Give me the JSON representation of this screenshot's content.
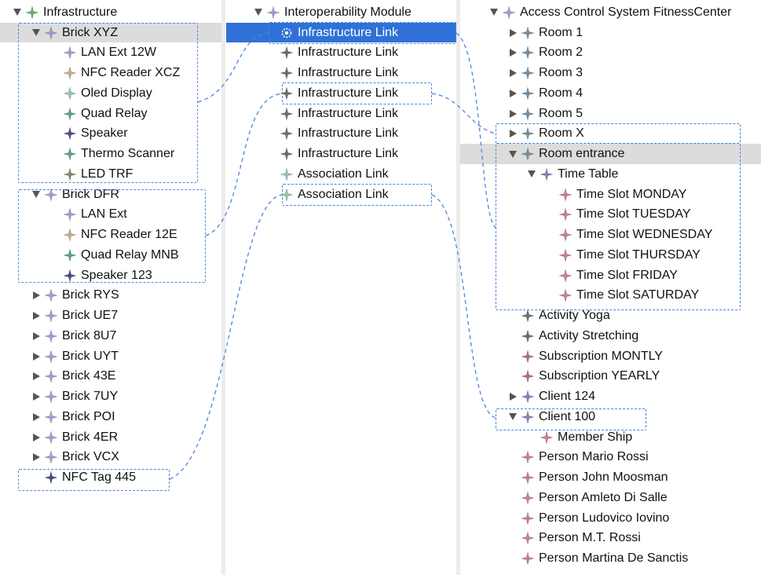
{
  "colors": {
    "selection_blue": "#2f71d6",
    "selection_gray": "#dcdcdc",
    "link_dash": "#4a86e0",
    "icon_green": "#6fa96f",
    "icon_lavender": "#a699d3",
    "icon_tan": "#c7ad8c",
    "icon_mint": "#93c8a8",
    "icon_teal": "#5aa08c",
    "icon_navy": "#464a8c",
    "icon_olive": "#8a8a62",
    "icon_gray": "#6c6c6c",
    "icon_pink": "#c77c9c",
    "icon_brown": "#a8746c",
    "icon_blue_gray": "#6f8fa8"
  },
  "infrastructure_tree": {
    "nodes": [
      {
        "label": "Infrastructure",
        "level": 0,
        "toggle": "down",
        "icon": "star-green-icon",
        "color": "#6fa96f"
      },
      {
        "label": "Brick XYZ",
        "level": 1,
        "toggle": "down",
        "icon": "star-lavender-icon",
        "color": "#a699d3",
        "selected": "gray"
      },
      {
        "label": "LAN Ext 12W",
        "level": 2,
        "toggle": "none",
        "icon": "star-lavender-icon",
        "color": "#a699d3"
      },
      {
        "label": "NFC Reader XCZ",
        "level": 2,
        "toggle": "none",
        "icon": "star-tan-icon",
        "color": "#c7ad8c"
      },
      {
        "label": "Oled Display",
        "level": 2,
        "toggle": "none",
        "icon": "star-mint-icon",
        "color": "#93c8a8"
      },
      {
        "label": "Quad Relay",
        "level": 2,
        "toggle": "none",
        "icon": "star-teal-icon",
        "color": "#5aa08c"
      },
      {
        "label": "Speaker",
        "level": 2,
        "toggle": "none",
        "icon": "star-navy-icon",
        "color": "#464a8c"
      },
      {
        "label": "Thermo Scanner",
        "level": 2,
        "toggle": "none",
        "icon": "star-teal-icon",
        "color": "#5aa08c"
      },
      {
        "label": "LED TRF",
        "level": 2,
        "toggle": "none",
        "icon": "star-olive-icon",
        "color": "#8a8a62"
      },
      {
        "label": "Brick DFR",
        "level": 1,
        "toggle": "down",
        "icon": "star-lavender-icon",
        "color": "#a699d3"
      },
      {
        "label": "LAN Ext",
        "level": 2,
        "toggle": "none",
        "icon": "star-lavender-icon",
        "color": "#a699d3"
      },
      {
        "label": "NFC Reader 12E",
        "level": 2,
        "toggle": "none",
        "icon": "star-tan-icon",
        "color": "#c7ad8c"
      },
      {
        "label": "Quad Relay MNB",
        "level": 2,
        "toggle": "none",
        "icon": "star-teal-icon",
        "color": "#5aa08c"
      },
      {
        "label": "Speaker 123",
        "level": 2,
        "toggle": "none",
        "icon": "star-navy-icon",
        "color": "#464a8c"
      },
      {
        "label": "Brick RYS",
        "level": 1,
        "toggle": "right",
        "icon": "star-lavender-icon",
        "color": "#a699d3"
      },
      {
        "label": "Brick UE7",
        "level": 1,
        "toggle": "right",
        "icon": "star-lavender-icon",
        "color": "#a699d3"
      },
      {
        "label": "Brick 8U7",
        "level": 1,
        "toggle": "right",
        "icon": "star-lavender-icon",
        "color": "#a699d3"
      },
      {
        "label": "Brick UYT",
        "level": 1,
        "toggle": "right",
        "icon": "star-lavender-icon",
        "color": "#a699d3"
      },
      {
        "label": "Brick 43E",
        "level": 1,
        "toggle": "right",
        "icon": "star-lavender-icon",
        "color": "#a699d3"
      },
      {
        "label": "Brick 7UY",
        "level": 1,
        "toggle": "right",
        "icon": "star-lavender-icon",
        "color": "#a699d3"
      },
      {
        "label": "Brick POI",
        "level": 1,
        "toggle": "right",
        "icon": "star-lavender-icon",
        "color": "#a699d3"
      },
      {
        "label": "Brick 4ER",
        "level": 1,
        "toggle": "right",
        "icon": "star-lavender-icon",
        "color": "#a699d3"
      },
      {
        "label": "Brick VCX",
        "level": 1,
        "toggle": "right",
        "icon": "star-lavender-icon",
        "color": "#a699d3"
      },
      {
        "label": "NFC Tag 445",
        "level": 1,
        "toggle": "none",
        "icon": "star-navy-icon",
        "color": "#464a8c"
      }
    ]
  },
  "interoperability_tree": {
    "nodes": [
      {
        "label": "Interoperability Module",
        "level": 0,
        "toggle": "down",
        "icon": "star-lavender-icon",
        "color": "#a699d3"
      },
      {
        "label": "Infrastructure Link",
        "level": 1,
        "toggle": "none",
        "icon": "star-gear-icon",
        "color": "#ffffff",
        "selected": "blue"
      },
      {
        "label": "Infrastructure Link",
        "level": 1,
        "toggle": "none",
        "icon": "star-gray-icon",
        "color": "#6c6c6c"
      },
      {
        "label": "Infrastructure Link",
        "level": 1,
        "toggle": "none",
        "icon": "star-gray-icon",
        "color": "#6c6c6c"
      },
      {
        "label": "Infrastructure Link",
        "level": 1,
        "toggle": "none",
        "icon": "star-gray-icon",
        "color": "#6c6c6c"
      },
      {
        "label": "Infrastructure Link",
        "level": 1,
        "toggle": "none",
        "icon": "star-gray-icon",
        "color": "#6c6c6c"
      },
      {
        "label": "Infrastructure Link",
        "level": 1,
        "toggle": "none",
        "icon": "star-gray-icon",
        "color": "#6c6c6c"
      },
      {
        "label": "Infrastructure Link",
        "level": 1,
        "toggle": "none",
        "icon": "star-gray-icon",
        "color": "#6c6c6c"
      },
      {
        "label": "Association Link",
        "level": 1,
        "toggle": "none",
        "icon": "star-mint-icon",
        "color": "#93c8a8"
      },
      {
        "label": "Association Link",
        "level": 1,
        "toggle": "none",
        "icon": "star-mint-icon",
        "color": "#93c8a8"
      }
    ]
  },
  "access_control_tree": {
    "nodes": [
      {
        "label": "Access Control System FitnessCenter",
        "level": 0,
        "toggle": "down",
        "icon": "star-lavender-icon",
        "color": "#a699d3"
      },
      {
        "label": "Room 1",
        "level": 1,
        "toggle": "right",
        "icon": "star-blue-gray-icon",
        "color": "#6f8fa8"
      },
      {
        "label": "Room 2",
        "level": 1,
        "toggle": "right",
        "icon": "star-blue-gray-icon",
        "color": "#6f8fa8"
      },
      {
        "label": "Room 3",
        "level": 1,
        "toggle": "right",
        "icon": "star-blue-gray-icon",
        "color": "#6f8fa8"
      },
      {
        "label": "Room 4",
        "level": 1,
        "toggle": "right",
        "icon": "star-blue-gray-icon",
        "color": "#6f8fa8"
      },
      {
        "label": "Room 5",
        "level": 1,
        "toggle": "right",
        "icon": "star-blue-gray-icon",
        "color": "#6f8fa8"
      },
      {
        "label": "Room X",
        "level": 1,
        "toggle": "right",
        "icon": "star-blue-gray-icon",
        "color": "#6f8fa8"
      },
      {
        "label": "Room entrance",
        "level": 1,
        "toggle": "down",
        "icon": "star-blue-gray-icon",
        "color": "#6f8fa8",
        "selected": "gray"
      },
      {
        "label": "Time Table",
        "level": 2,
        "toggle": "down",
        "icon": "star-lavender-icon",
        "color": "#8a7fb8"
      },
      {
        "label": "Time Slot MONDAY",
        "level": 3,
        "toggle": "none",
        "icon": "star-pink-icon",
        "color": "#c77c9c"
      },
      {
        "label": "Time Slot TUESDAY",
        "level": 3,
        "toggle": "none",
        "icon": "star-pink-icon",
        "color": "#c77c9c"
      },
      {
        "label": "Time Slot WEDNESDAY",
        "level": 3,
        "toggle": "none",
        "icon": "star-pink-icon",
        "color": "#c77c9c"
      },
      {
        "label": "Time Slot THURSDAY",
        "level": 3,
        "toggle": "none",
        "icon": "star-pink-icon",
        "color": "#c77c9c"
      },
      {
        "label": "Time Slot FRIDAY",
        "level": 3,
        "toggle": "none",
        "icon": "star-pink-icon",
        "color": "#c77c9c"
      },
      {
        "label": "Time Slot SATURDAY",
        "level": 3,
        "toggle": "none",
        "icon": "star-pink-icon",
        "color": "#c77c9c"
      },
      {
        "label": "Activity Yoga",
        "level": 1,
        "toggle": "none",
        "icon": "star-gray-icon",
        "color": "#6c6c6c"
      },
      {
        "label": "Activity Stretching",
        "level": 1,
        "toggle": "none",
        "icon": "star-gray-icon",
        "color": "#6c6c6c"
      },
      {
        "label": "Subscription MONTLY",
        "level": 1,
        "toggle": "none",
        "icon": "star-brown-icon",
        "color": "#a8746c"
      },
      {
        "label": "Subscription YEARLY",
        "level": 1,
        "toggle": "none",
        "icon": "star-brown-icon",
        "color": "#a8746c"
      },
      {
        "label": "Client 124",
        "level": 1,
        "toggle": "right",
        "icon": "star-lavender-icon",
        "color": "#8a7fb8"
      },
      {
        "label": "Client 100",
        "level": 1,
        "toggle": "down",
        "icon": "star-lavender-icon",
        "color": "#8a7fb8"
      },
      {
        "label": "Member Ship",
        "level": 2,
        "toggle": "none",
        "icon": "star-pink-icon",
        "color": "#c77c9c"
      },
      {
        "label": "Person Mario Rossi",
        "level": 1,
        "toggle": "none",
        "icon": "star-pink-icon",
        "color": "#c77c9c"
      },
      {
        "label": "Person John Moosman",
        "level": 1,
        "toggle": "none",
        "icon": "star-pink-icon",
        "color": "#c77c9c"
      },
      {
        "label": "Person Amleto Di Salle",
        "level": 1,
        "toggle": "none",
        "icon": "star-pink-icon",
        "color": "#c77c9c"
      },
      {
        "label": "Person Ludovico Iovino",
        "level": 1,
        "toggle": "none",
        "icon": "star-pink-icon",
        "color": "#c77c9c"
      },
      {
        "label": "Person M.T. Rossi",
        "level": 1,
        "toggle": "none",
        "icon": "star-pink-icon",
        "color": "#c77c9c"
      },
      {
        "label": "Person Martina De Sanctis",
        "level": 1,
        "toggle": "none",
        "icon": "star-pink-icon",
        "color": "#c77c9c"
      }
    ]
  }
}
